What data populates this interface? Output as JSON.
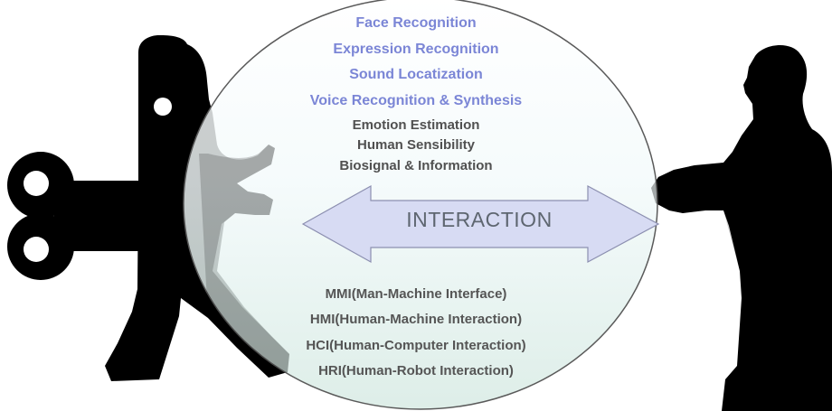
{
  "diagram": {
    "top_items": [
      "Face Recognition",
      "Expression Recognition",
      "Sound Locatization",
      "Voice Recognition & Synthesis",
      "Emotion Estimation",
      "Human Sensibility",
      "Biosignal & Information"
    ],
    "center_label": "INTERACTION",
    "bottom_items": [
      "MMI(Man-Machine Interface)",
      "HMI(Human-Machine Interaction)",
      "HCI(Human-Computer Interaction)",
      "HRI(Human-Robot Interaction)"
    ],
    "colors": {
      "accent_text": "#7b86d6",
      "body_text": "#505050",
      "arrow_fill": "#d7dbf3",
      "circle_fill_top": "#ffffff",
      "circle_fill_bottom": "#d6eae3",
      "silhouette": "#000000"
    }
  }
}
